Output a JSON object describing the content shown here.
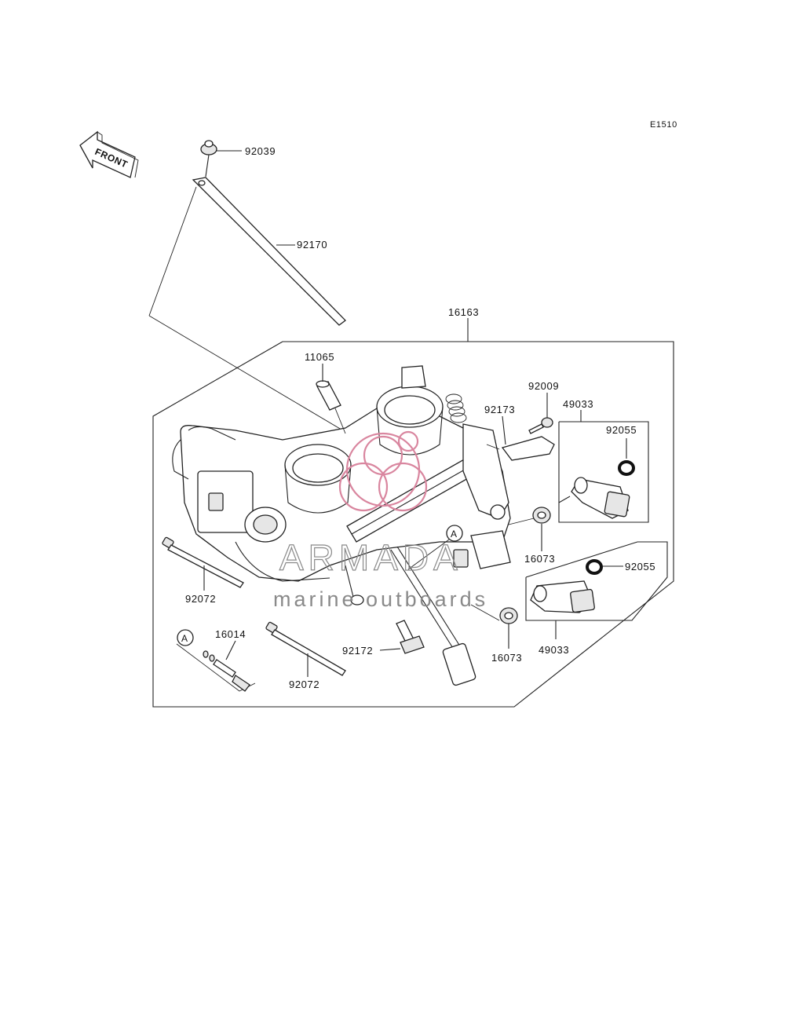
{
  "diagram_code": "E1510",
  "front_arrow_text": "FRONT",
  "callouts": {
    "p92039": "92039",
    "p92170": "92170",
    "p16163": "16163",
    "p11065": "11065",
    "p92009": "92009",
    "p92173": "92173",
    "p49033_top": "49033",
    "p92055_top": "92055",
    "p16073_top": "16073",
    "p92055_bottom": "92055",
    "p16073_bottom": "16073",
    "p49033_bottom": "49033",
    "p92072_left": "92072",
    "p16014": "16014",
    "p92072_bottom": "92072",
    "p92172": "92172",
    "ref_a_body": "A",
    "ref_a_kit": "A"
  },
  "watermark": {
    "brand": "ARMADA",
    "tagline": "marine outboards",
    "color": "#d9869f"
  }
}
